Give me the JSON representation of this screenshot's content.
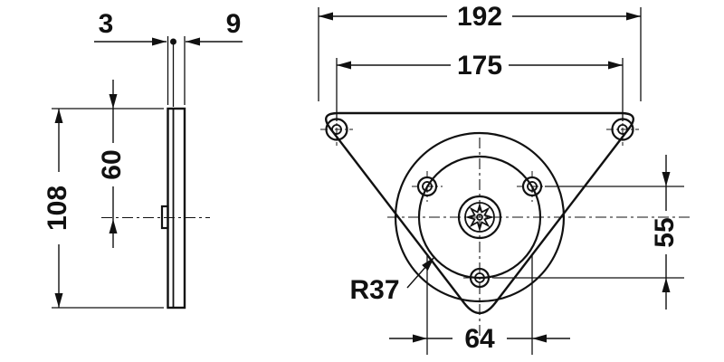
{
  "drawing": {
    "type": "technical-drawing-mounting-plate",
    "line_color": "#111111",
    "background": "#ffffff"
  },
  "side_view": {
    "thickness": "3",
    "depth": "9",
    "upper_height": "60",
    "total_height": "108"
  },
  "front_view": {
    "overall_width": "192",
    "hole_spacing": "175",
    "bolt_circle_radius": "R37",
    "hole_vertical_spacing": "55",
    "hole_horizontal_spacing": "64"
  }
}
